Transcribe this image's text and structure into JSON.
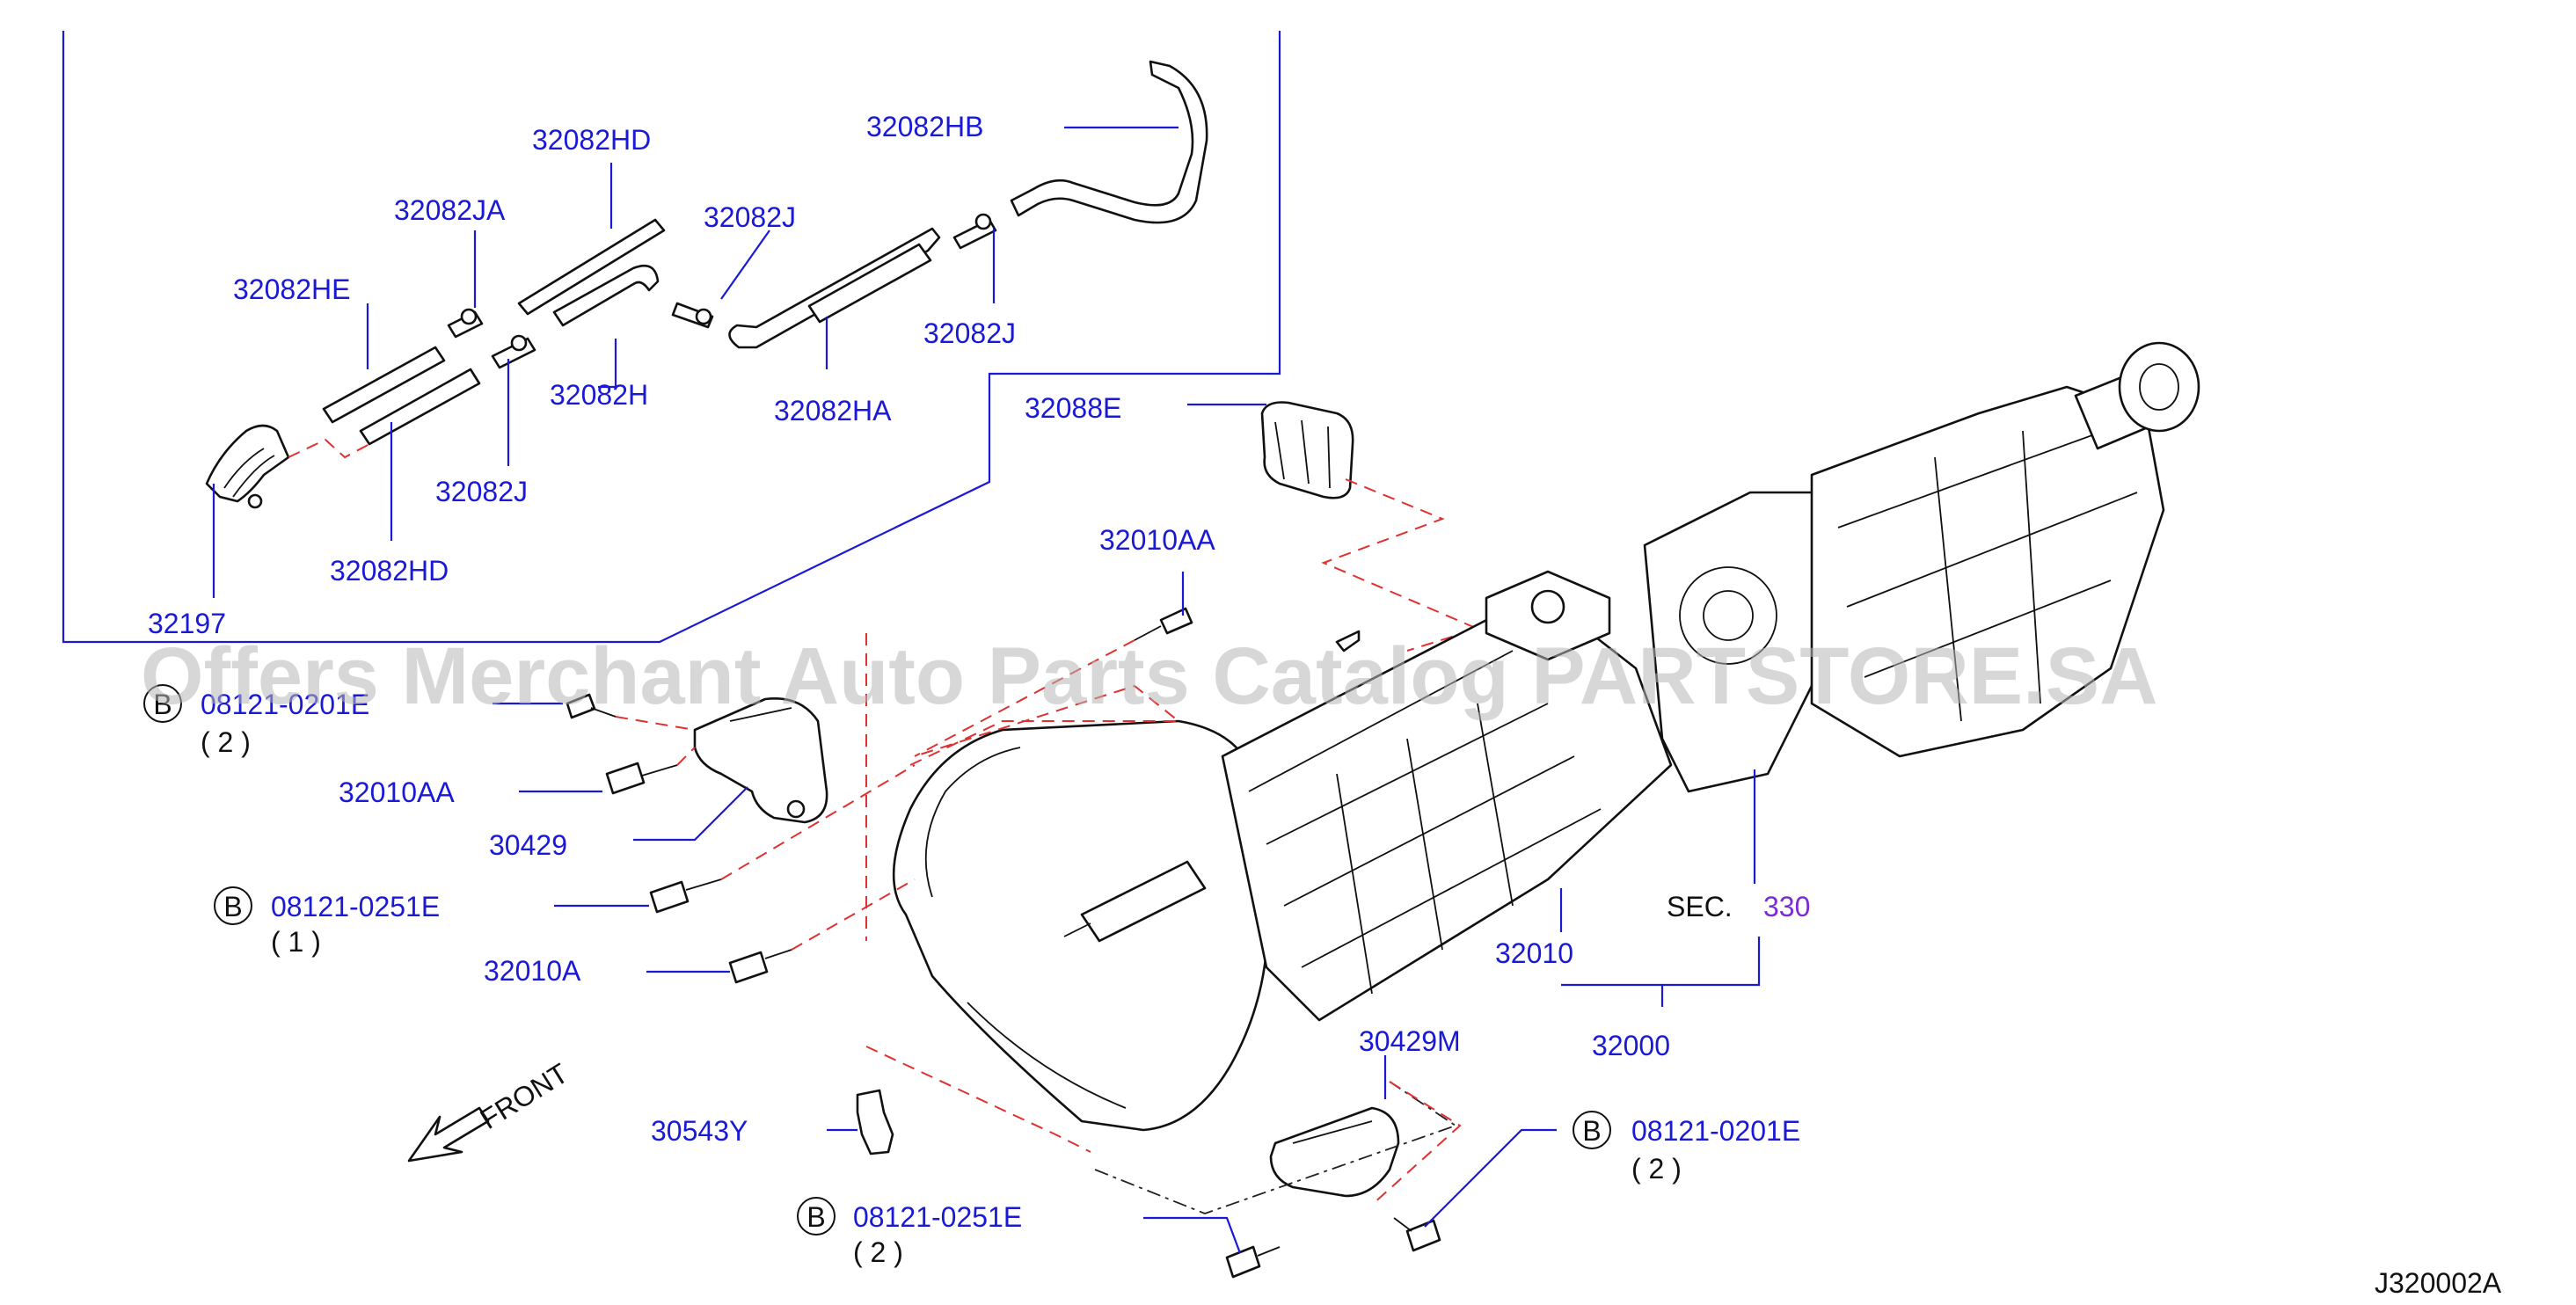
{
  "labels": {
    "p32082HD_top": "32082HD",
    "p32082HB": "32082HB",
    "p32082JA": "32082JA",
    "p32082J_top": "32082J",
    "p32082HE": "32082HE",
    "p32082J_right": "32082J",
    "p32082H": "32082H",
    "p32082HA": "32082HA",
    "p32088E": "32088E",
    "p32082J_bottom": "32082J",
    "p32082HD_bottom": "32082HD",
    "p32010AA_right": "32010AA",
    "p32197": "32197",
    "p08121_0201E_a": "08121-0201E",
    "qty_2_a": "( 2 )",
    "p32010AA_left": "32010AA",
    "p30429": "30429",
    "p08121_0251E_a": "08121-0251E",
    "qty_1": "( 1 )",
    "p32010A": "32010A",
    "sec_prefix": "SEC.",
    "sec_number": "330",
    "p32010": "32010",
    "p32000": "32000",
    "p30429M": "30429M",
    "p30543Y": "30543Y",
    "p08121_0201E_b": "08121-0201E",
    "qty_2_b": "( 2 )",
    "p08121_0251E_b": "08121-0251E",
    "qty_2_c": "( 2 )",
    "front": "FRONT",
    "diagram_code": "J320002A"
  },
  "callout_letter": "B",
  "watermark": "Offers Merchant Auto Parts Catalog PARTSTORE.SA",
  "colors": {
    "label": "#1a1ad6",
    "section_ref": "#7a2bd6",
    "dashed_guides": "#e03030",
    "watermark": "#b7b7b7"
  }
}
